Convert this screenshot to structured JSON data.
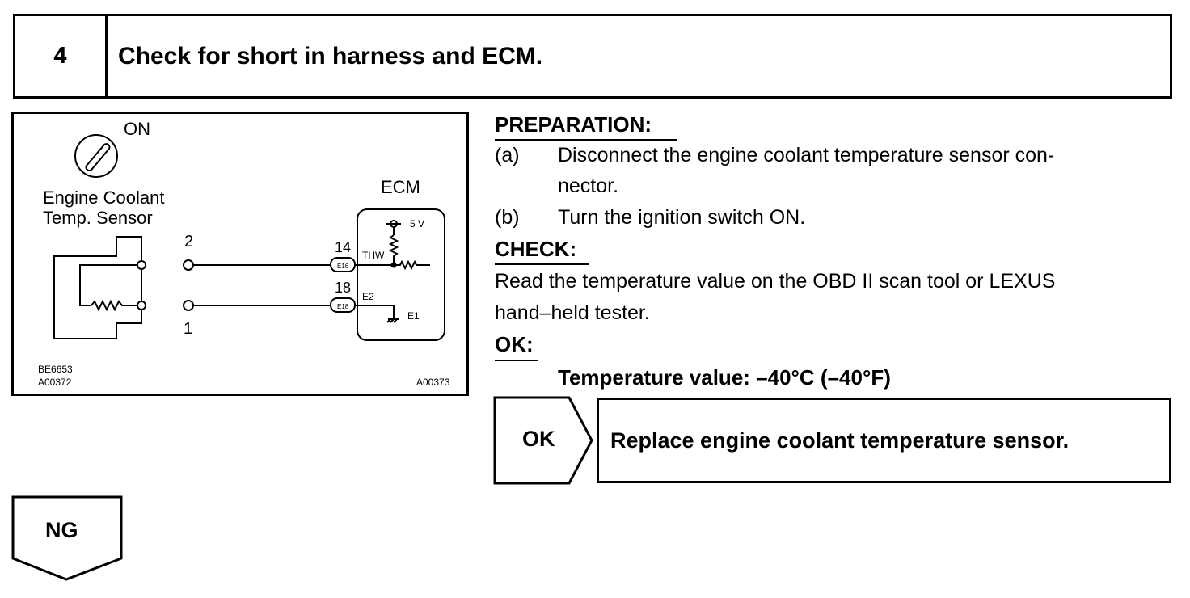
{
  "step": {
    "number": "4",
    "title": "Check for short in harness and ECM."
  },
  "diagram": {
    "ignition_label": "ON",
    "sensor_label_line1": "Engine Coolant",
    "sensor_label_line2": "Temp. Sensor",
    "ecm_label": "ECM",
    "pin_2": "2",
    "pin_1": "1",
    "pin_14": "14",
    "pin_18": "18",
    "conn_e16": "E16",
    "conn_e18": "E18",
    "thw": "THW",
    "e2": "E2",
    "e1": "E1",
    "voltage": "5 V",
    "fig_id_1": "BE6653",
    "fig_id_2": "A00372",
    "fig_id_3": "A00373"
  },
  "procedure": {
    "preparation_heading": "PREPARATION:",
    "step_a_marker": "(a)",
    "step_a_line1": "Disconnect the engine coolant temperature sensor con-",
    "step_a_line2": "nector.",
    "step_b_marker": "(b)",
    "step_b": "Turn the ignition switch ON.",
    "check_heading": "CHECK:",
    "check_line1": "Read the temperature value on the OBD II scan tool or LEXUS",
    "check_line2": "hand–held tester.",
    "ok_heading": "OK:",
    "ok_spec": "Temperature value: –40°C (–40°F)"
  },
  "results": {
    "ok_label": "OK",
    "ok_action": "Replace engine coolant temperature sensor.",
    "ng_label": "NG"
  }
}
